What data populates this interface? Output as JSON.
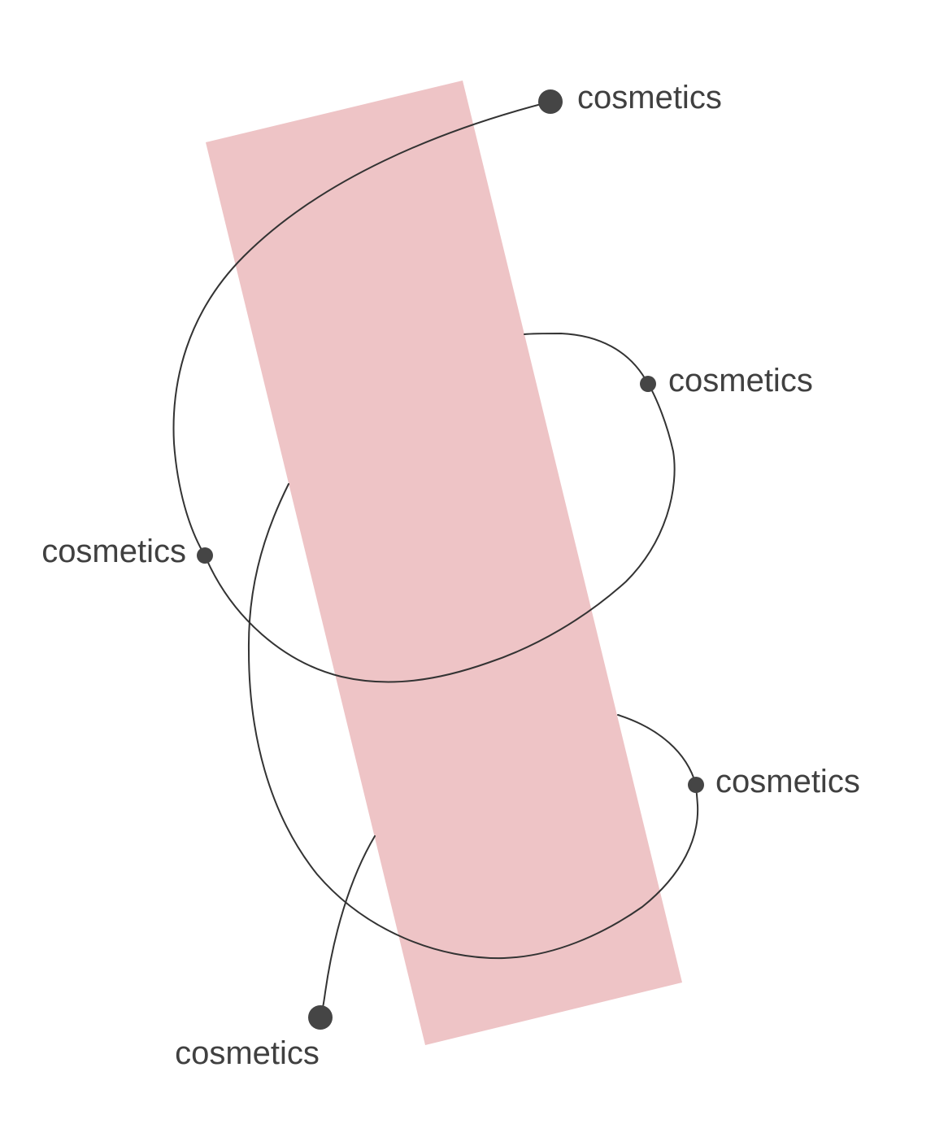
{
  "colors": {
    "band": "#eec4c6",
    "curve": "#333333",
    "dot": "#454545",
    "text": "#404040",
    "background": "#ffffff"
  },
  "labels": [
    {
      "id": "top",
      "text": "cosmetics"
    },
    {
      "id": "right-upper",
      "text": "cosmetics"
    },
    {
      "id": "left",
      "text": "cosmetics"
    },
    {
      "id": "right-lower",
      "text": "cosmetics"
    },
    {
      "id": "bottom",
      "text": "cosmetics"
    }
  ]
}
